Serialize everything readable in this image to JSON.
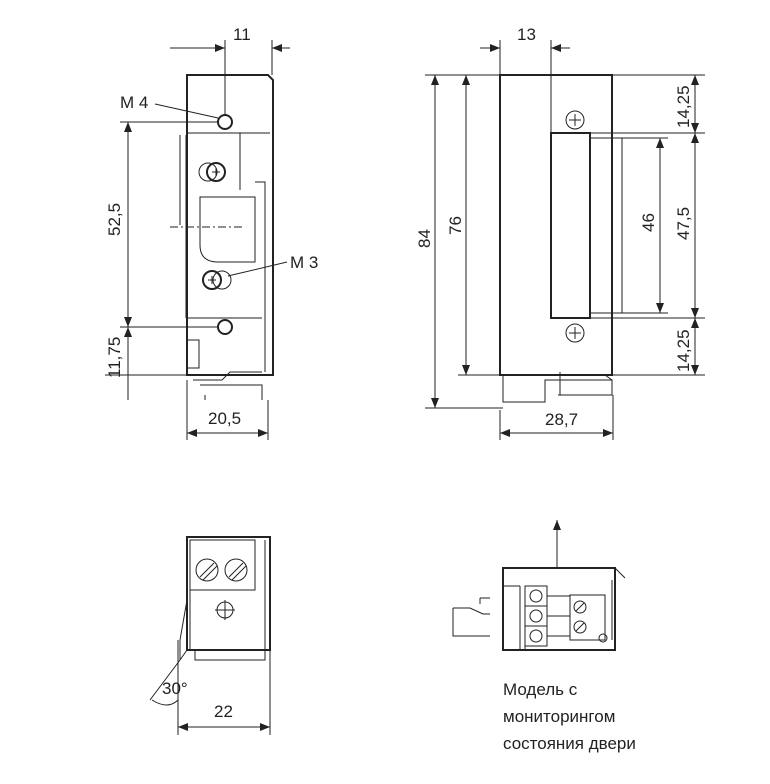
{
  "front_view": {
    "width_top": "11",
    "thread_top": "M 4",
    "thread_mid": "M 3",
    "height_between": "52,5",
    "height_bottom": "11,75",
    "width_bottom": "20,5"
  },
  "side_view": {
    "offset_top": "13",
    "total_height": "84",
    "body_height": "76",
    "plate_height": "46",
    "plate_outer": "47,5",
    "margin_top": "14,25",
    "margin_bottom": "14,25",
    "depth": "28,7"
  },
  "bottom_view": {
    "angle": "30°",
    "width": "22"
  },
  "monitor_view": {
    "caption_lines": [
      "Модель с",
      "мониторингом",
      "состояния двери"
    ]
  },
  "colors": {
    "line": "#222222",
    "background": "#ffffff"
  }
}
